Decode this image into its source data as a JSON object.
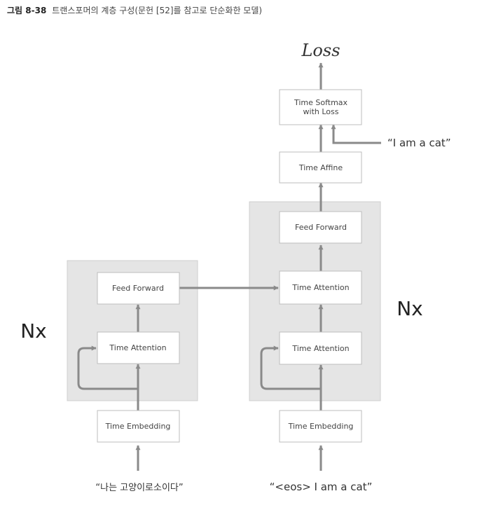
{
  "caption": {
    "figure_number": "그림 8-38",
    "text": "트랜스포머의 계층 구성(문헌 [52]를 참고로 단순화한 모델)"
  },
  "loss_label": "Loss",
  "encoder": {
    "repeat_label": "Nx",
    "feed_forward": "Feed Forward",
    "time_attention": "Time Attention",
    "time_embedding": "Time Embedding",
    "input_text": "“나는 고양이로소이다”"
  },
  "decoder": {
    "repeat_label": "Nx",
    "feed_forward": "Feed Forward",
    "time_attention_top": "Time Attention",
    "time_attention_bottom": "Time Attention",
    "time_embedding": "Time Embedding",
    "time_affine": "Time Affine",
    "softmax_line1": "Time Softmax",
    "softmax_line2": "with Loss",
    "input_text": "“<eos> I am a cat”",
    "target_text": "“I am a cat”"
  },
  "colors": {
    "block_bg": "#e5e5e5",
    "block_border": "#cfcfcf",
    "box_border": "#bdbdbd",
    "arrow": "#8a8a8a"
  }
}
